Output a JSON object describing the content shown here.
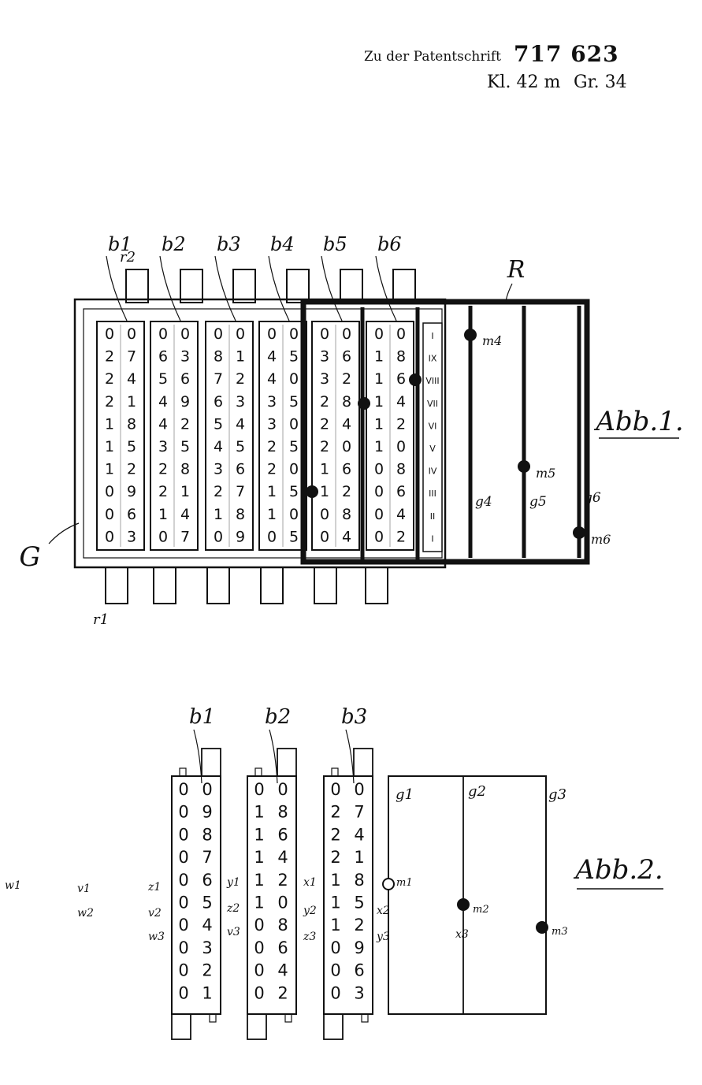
{
  "header": {
    "line1_text": "Zu der Patentschrift",
    "line1_number": "717 623",
    "line2_class": "Kl. 42 m",
    "line2_group": "Gr. 34"
  },
  "fig1": {
    "caption": "Abb.1.",
    "label_G": "G",
    "label_R": "R",
    "label_r1": "r1",
    "label_r2": "r2",
    "rod_labels": [
      "b1",
      "b2",
      "b3",
      "b4",
      "b5",
      "b6"
    ],
    "rods": [
      [
        [
          "0",
          "0"
        ],
        [
          "2",
          "7"
        ],
        [
          "2",
          "4"
        ],
        [
          "2",
          "1"
        ],
        [
          "1",
          "8"
        ],
        [
          "1",
          "5"
        ],
        [
          "1",
          "2"
        ],
        [
          "0",
          "9"
        ],
        [
          "0",
          "6"
        ],
        [
          "0",
          "3"
        ]
      ],
      [
        [
          "0",
          "0"
        ],
        [
          "6",
          "3"
        ],
        [
          "5",
          "6"
        ],
        [
          "4",
          "9"
        ],
        [
          "4",
          "2"
        ],
        [
          "3",
          "5"
        ],
        [
          "2",
          "8"
        ],
        [
          "2",
          "1"
        ],
        [
          "1",
          "4"
        ],
        [
          "0",
          "7"
        ]
      ],
      [
        [
          "0",
          "0"
        ],
        [
          "8",
          "1"
        ],
        [
          "7",
          "2"
        ],
        [
          "6",
          "3"
        ],
        [
          "5",
          "4"
        ],
        [
          "4",
          "5"
        ],
        [
          "3",
          "6"
        ],
        [
          "2",
          "7"
        ],
        [
          "1",
          "8"
        ],
        [
          "0",
          "9"
        ]
      ],
      [
        [
          "0",
          "0"
        ],
        [
          "4",
          "5"
        ],
        [
          "4",
          "0"
        ],
        [
          "3",
          "5"
        ],
        [
          "3",
          "0"
        ],
        [
          "2",
          "5"
        ],
        [
          "2",
          "0"
        ],
        [
          "1",
          "5"
        ],
        [
          "1",
          "0"
        ],
        [
          "0",
          "5"
        ]
      ],
      [
        [
          "0",
          "0"
        ],
        [
          "3",
          "6"
        ],
        [
          "3",
          "2"
        ],
        [
          "2",
          "8"
        ],
        [
          "2",
          "4"
        ],
        [
          "2",
          "0"
        ],
        [
          "1",
          "6"
        ],
        [
          "1",
          "2"
        ],
        [
          "0",
          "8"
        ],
        [
          "0",
          "4"
        ]
      ],
      [
        [
          "0",
          "0"
        ],
        [
          "1",
          "8"
        ],
        [
          "1",
          "6"
        ],
        [
          "1",
          "4"
        ],
        [
          "1",
          "2"
        ],
        [
          "1",
          "0"
        ],
        [
          "0",
          "8"
        ],
        [
          "0",
          "6"
        ],
        [
          "0",
          "4"
        ],
        [
          "0",
          "2"
        ]
      ]
    ],
    "roman_numerals": [
      "I",
      "IX",
      "VIII",
      "VII",
      "VI",
      "V",
      "IV",
      "III",
      "II",
      "I"
    ],
    "guide_labels": [
      "g4",
      "g5",
      "g6"
    ],
    "marker_labels": [
      "m4",
      "m5",
      "m6"
    ]
  },
  "fig2": {
    "caption": "Abb.2.",
    "rod_labels": [
      "b1",
      "b2",
      "b3"
    ],
    "rods": [
      [
        [
          "0",
          "0"
        ],
        [
          "0",
          "9"
        ],
        [
          "0",
          "8"
        ],
        [
          "0",
          "7"
        ],
        [
          "0",
          "6"
        ],
        [
          "0",
          "5"
        ],
        [
          "0",
          "4"
        ],
        [
          "0",
          "3"
        ],
        [
          "0",
          "2"
        ],
        [
          "0",
          "1"
        ]
      ],
      [
        [
          "0",
          "0"
        ],
        [
          "1",
          "8"
        ],
        [
          "1",
          "6"
        ],
        [
          "1",
          "4"
        ],
        [
          "1",
          "2"
        ],
        [
          "1",
          "0"
        ],
        [
          "0",
          "8"
        ],
        [
          "0",
          "6"
        ],
        [
          "0",
          "4"
        ],
        [
          "0",
          "2"
        ]
      ],
      [
        [
          "0",
          "0"
        ],
        [
          "2",
          "7"
        ],
        [
          "2",
          "4"
        ],
        [
          "2",
          "1"
        ],
        [
          "1",
          "8"
        ],
        [
          "1",
          "5"
        ],
        [
          "1",
          "2"
        ],
        [
          "0",
          "9"
        ],
        [
          "0",
          "6"
        ],
        [
          "0",
          "3"
        ]
      ]
    ],
    "guide_labels": [
      "g1",
      "g2",
      "g3"
    ],
    "marker_labels": [
      "m1",
      "m2",
      "m3"
    ],
    "side_labels": {
      "w1": "w1",
      "w2": "w2",
      "w3": "w3",
      "v1": "v1",
      "v2": "v2",
      "v3": "v3",
      "z1": "z1",
      "z2": "z2",
      "z3": "z3",
      "y1": "y1",
      "y2": "y2",
      "y3": "y3",
      "x1": "x1",
      "x2": "x2",
      "x3": "x3"
    }
  }
}
